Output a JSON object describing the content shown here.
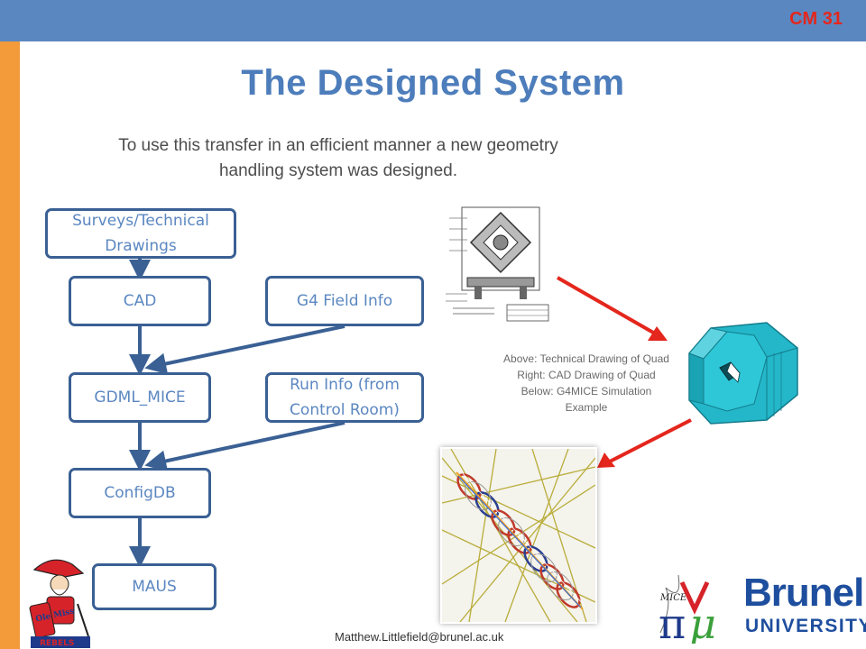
{
  "header": {
    "tag": "CM 31",
    "title": "The Designed System",
    "subtitle": "To use this transfer in an efficient manner a new geometry handling system was designed."
  },
  "flow": {
    "surveys": "Surveys/Technical Drawings",
    "cad": "CAD",
    "g4_field": "G4 Field Info",
    "gdml": "GDML_MICE",
    "run_info": "Run Info (from Control Room)",
    "configdb": "ConfigDB",
    "maus": "MAUS"
  },
  "caption": {
    "line1": "Above: Technical Drawing of Quad",
    "line2": "Right: CAD Drawing of Quad",
    "line3": "Below: G4MICE Simulation Example"
  },
  "footer": {
    "email": "Matthew.Littlefield@brunel.ac.uk"
  },
  "logos": {
    "mascot": "Ole Miss Rebels",
    "mascot_text_top": "Ole Miss",
    "mascot_text_bottom": "REBELS",
    "mice": "MICE",
    "brunel": "Brunel",
    "brunel_sub": "UNIVERSITY"
  },
  "colors": {
    "topbar": "#5b87c1",
    "leftbar": "#f39a3a",
    "accent_red": "#e4261c",
    "title_blue": "#4d7dbb",
    "box_border": "#3a6094",
    "arrow": "#3a6094",
    "brunel_blue": "#1e4e9e"
  }
}
